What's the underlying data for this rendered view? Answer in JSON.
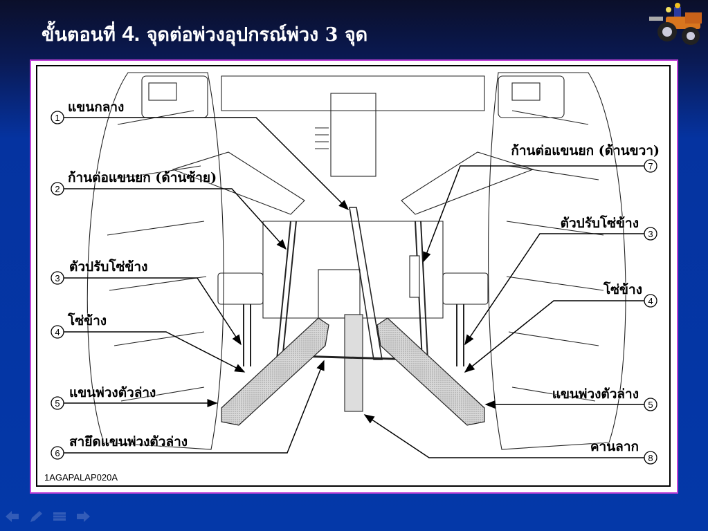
{
  "slide": {
    "title_prefix": "ขั้นตอนที่",
    "title_number": "4.",
    "title_text": "จุดต่อพ่วงอุปกรณ์พ่วง 3 จุด"
  },
  "diagram": {
    "code": "1AGAPALAP020A",
    "callouts": [
      {
        "num": "1",
        "label": "แขนกลาง"
      },
      {
        "num": "2",
        "label": "ก้านต่อแขนยก (ด้านซ้าย)"
      },
      {
        "num": "3",
        "label": "ตัวปรับโซ่ข้าง"
      },
      {
        "num": "4",
        "label": "โซ่ข้าง"
      },
      {
        "num": "5",
        "label": "แขนพ่วงตัวล่าง"
      },
      {
        "num": "6",
        "label": "สายึดแขนพ่วงตัวล่าง"
      },
      {
        "num": "7",
        "label": "ก้านต่อแขนยก (ด้านขวา)"
      },
      {
        "num": "3",
        "label": "ตัวปรับโซ่ข้าง"
      },
      {
        "num": "4",
        "label": "โซ่ข้าง"
      },
      {
        "num": "5",
        "label": "แขนพ่วงตัวล่าง"
      },
      {
        "num": "8",
        "label": "คานลาก"
      }
    ]
  },
  "nav": [
    "previous-slide",
    "pen",
    "menu",
    "next-slide"
  ],
  "colors": {
    "background": "#0438a8",
    "frame_border": "#c040d8"
  }
}
